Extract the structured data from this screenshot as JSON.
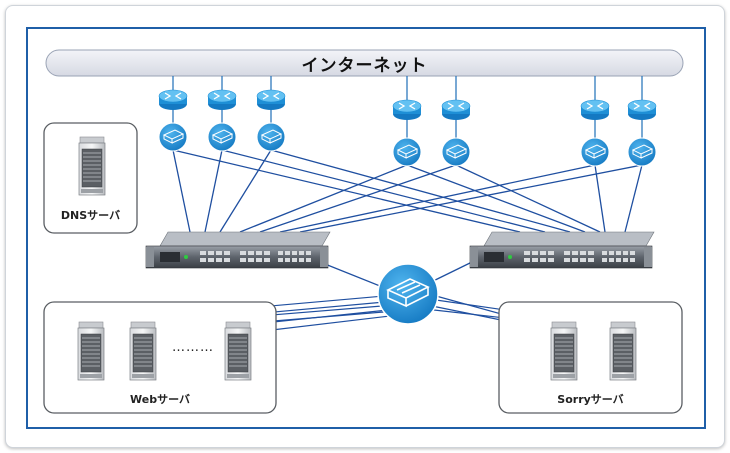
{
  "internet": {
    "label": "インターネット"
  },
  "dns": {
    "label": "DNSサーバ"
  },
  "web": {
    "label": "Webサーバ",
    "ellipsis": "………"
  },
  "sorry": {
    "label": "Sorryサーバ"
  },
  "colors": {
    "border": "#1f5fa8",
    "device_blue": "#1e8fd6",
    "link_blue": "#1f4fa0",
    "internet_bar": "#e6e8ef"
  },
  "icons": {
    "router": "router-icon",
    "switch": "switch-icon",
    "server": "server-icon",
    "load_balancer": "load-balancer-appliance"
  }
}
